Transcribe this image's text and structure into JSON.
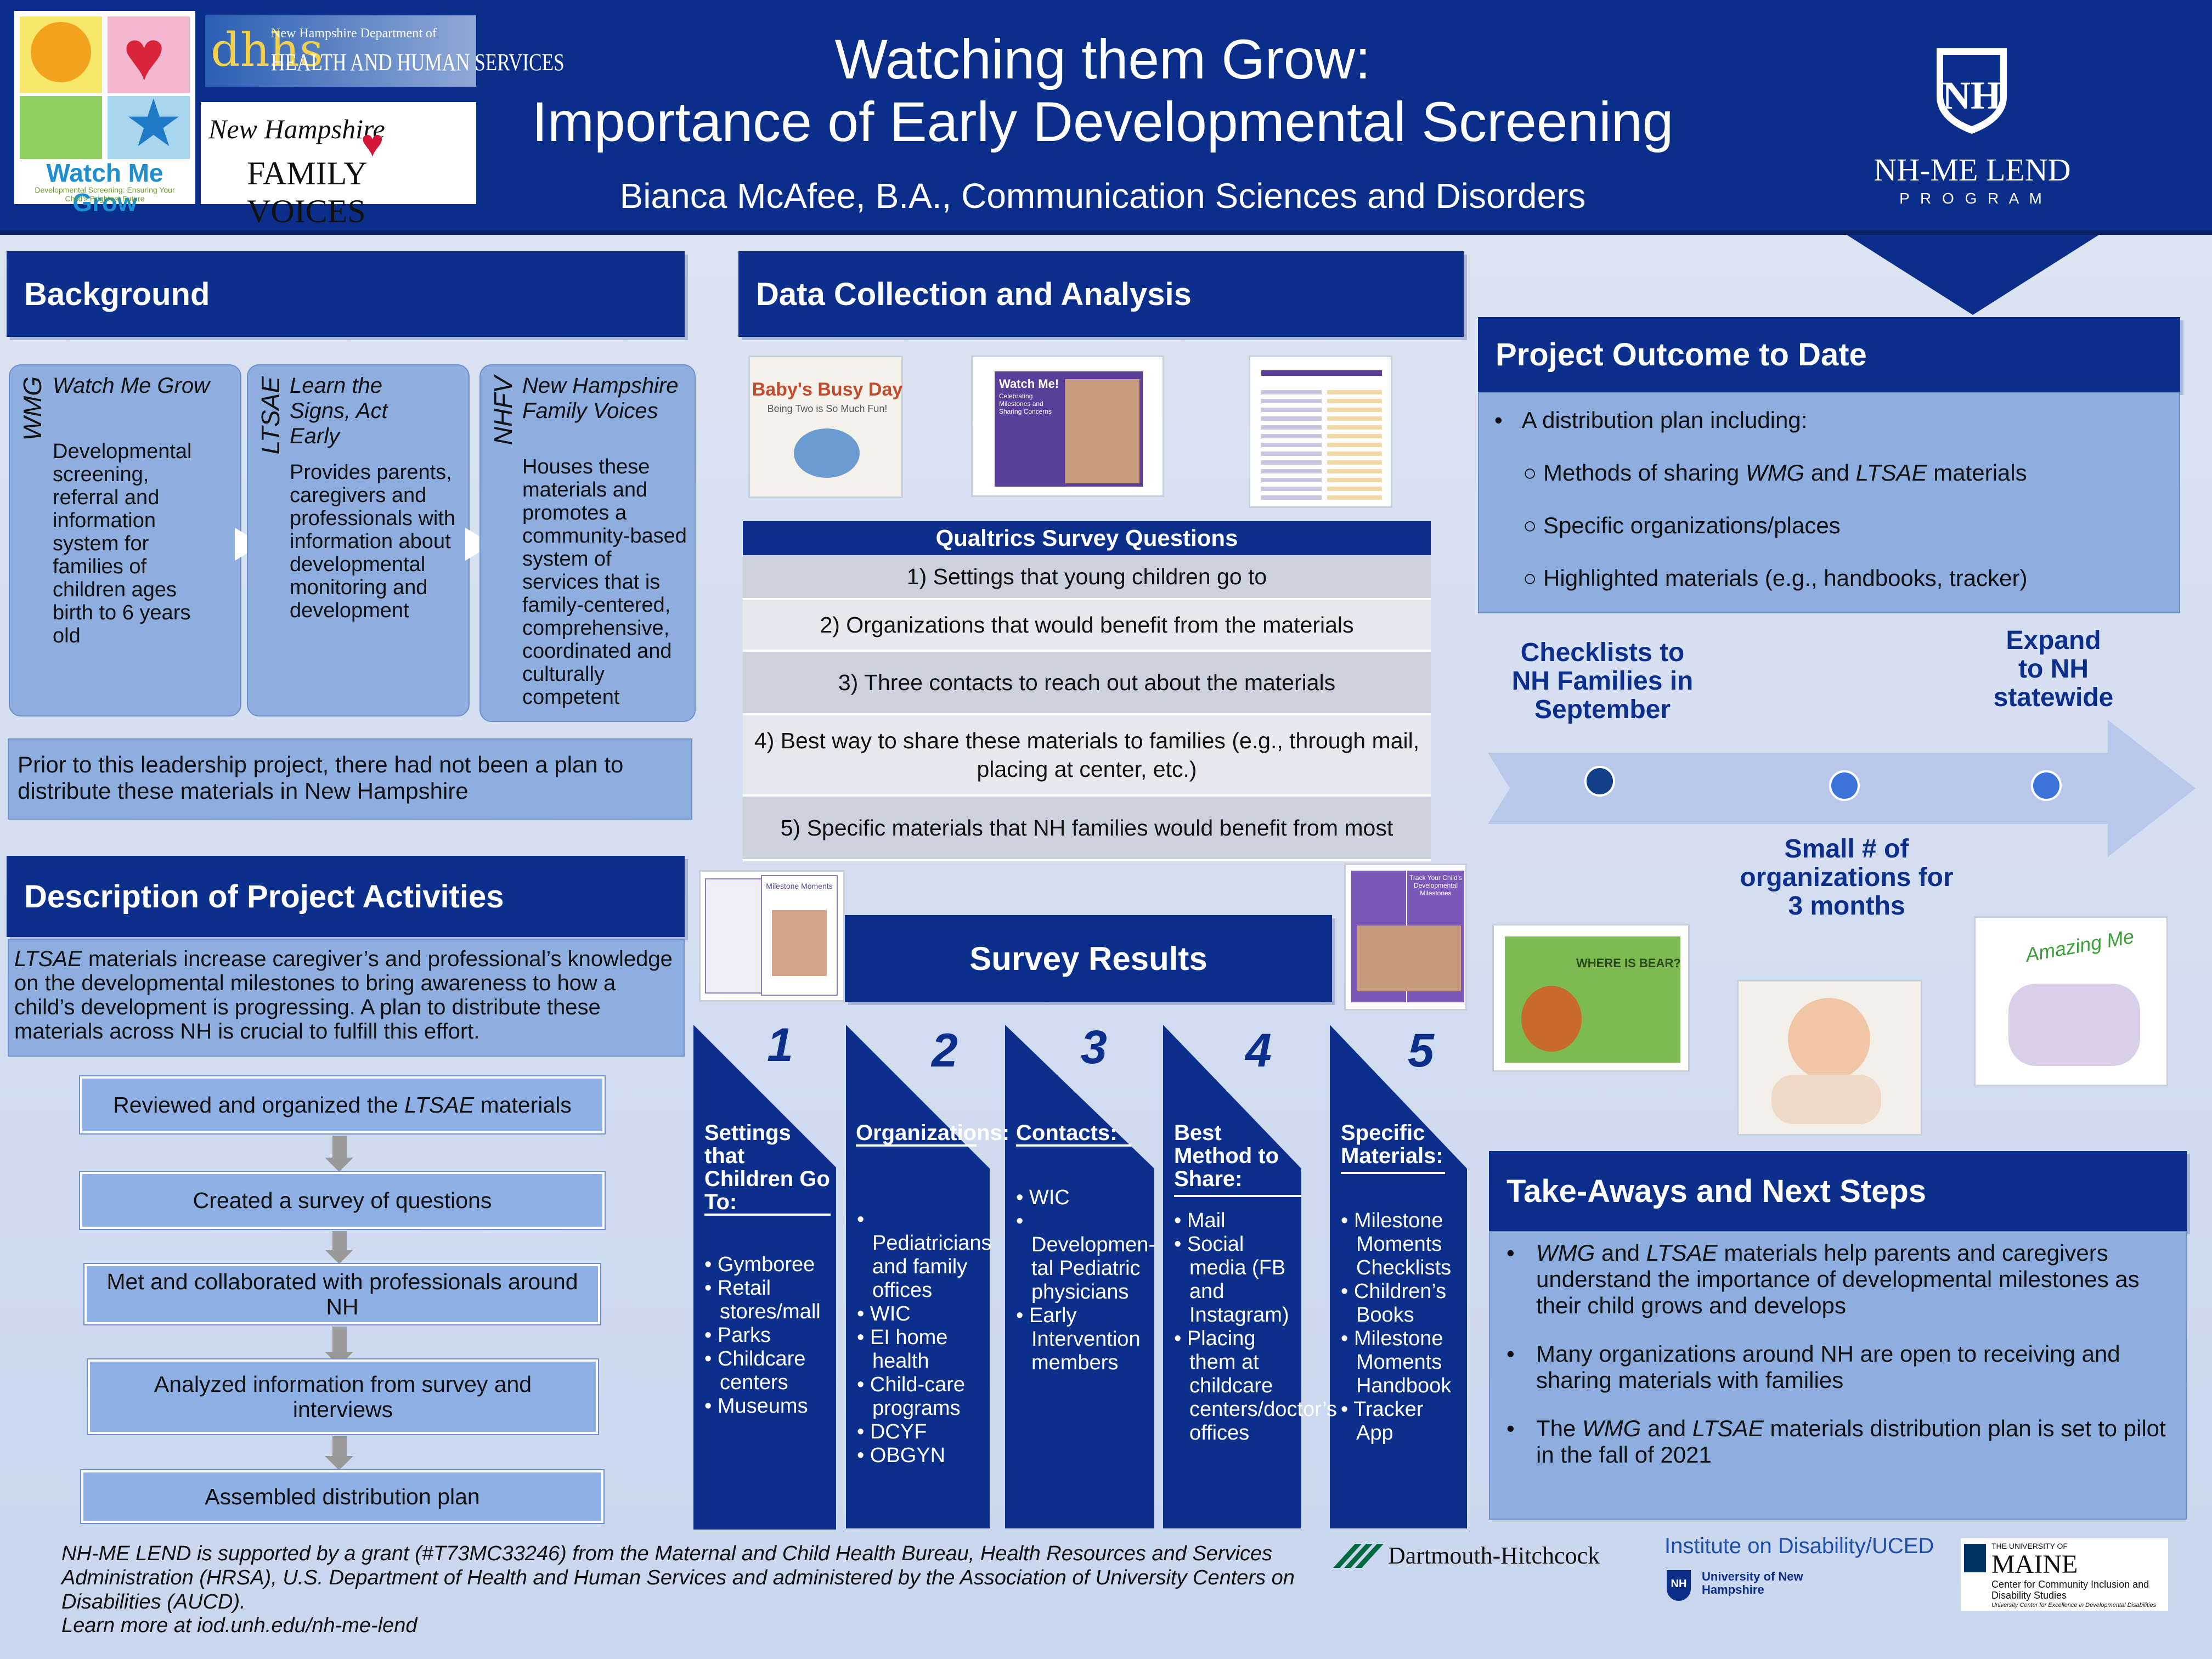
{
  "header": {
    "title_line1": "Watching them Grow:",
    "title_line2": "Importance of Early Developmental Screening",
    "author": "Bianca McAfee, B.A., Communication Sciences and Disorders",
    "logos": {
      "wmg_name": "Watch Me Grow",
      "wmg_tagline": "Developmental Screening: Ensuring Your Child's Brightest Future",
      "dhhs_abbr": "dhhs",
      "dhhs_small": "New Hampshire Department of",
      "dhhs_name": "HEALTH AND HUMAN SERVICES",
      "nhfv_line1": "New Hampshire",
      "nhfv_line2": "FAMILY VOICES",
      "lend_name": "NH-ME LEND",
      "lend_program": "P R O G R A M"
    }
  },
  "background": {
    "heading": "Background",
    "cards": [
      {
        "abbr": "WMG",
        "title": "Watch Me Grow",
        "body": "Developmental screening, referral and information system for families of children ages birth to 6 years old"
      },
      {
        "abbr": "LTSAE",
        "title": "Learn the Signs, Act Early",
        "body": "Provides parents, caregivers and professionals with information about developmental monitoring and development"
      },
      {
        "abbr": "NHFV",
        "title": "New Hampshire Family Voices",
        "body": "Houses these materials and promotes a community-based system of services that is family-centered, comprehensive, coordinated and culturally competent"
      }
    ],
    "note": "Prior to this leadership project, there had not been a plan to distribute these materials in New Hampshire"
  },
  "activities": {
    "heading": "Description of Project Activities",
    "intro_italic": "LTSAE",
    "intro_rest": " materials increase caregiver’s and professional’s knowledge on the developmental milestones to bring awareness to how a child’s development is progressing. A plan to distribute these materials across NH is crucial to fulfill this effort.",
    "step1_pre": "Reviewed and organized the ",
    "step1_italic": "LTSAE",
    "step1_post": " materials",
    "step2": "Created a survey of questions",
    "step3": "Met and collaborated with professionals around NH",
    "step4": "Analyzed information from survey and interviews",
    "step5": "Assembled distribution plan"
  },
  "data_collection": {
    "heading": "Data Collection and Analysis",
    "survey_title": "Qualtrics Survey Questions",
    "questions": [
      "1) Settings that young children go to",
      "2) Organizations that would benefit from the materials",
      "3) Three contacts to reach out about the materials",
      "4) Best way to share these materials to families (e.g., through mail, placing at center, etc.)",
      "5) Specific materials that NH families would benefit from most"
    ],
    "book_title": "Baby's Busy Day",
    "book_subtitle": "Being Two is So Much Fun!",
    "wm_title": "Watch Me!",
    "wm_subtitle": "Celebrating Milestones and Sharing Concerns"
  },
  "survey_results": {
    "heading": "Survey Results",
    "booklet_label": "Milestone Moments",
    "booklet_label2": "Track Your Child's Developmental Milestones",
    "columns": [
      {
        "num": "1",
        "title": "Settings that Children Go To:",
        "items": [
          "Gymboree",
          "Retail stores/mall",
          "Parks",
          "Childcare centers",
          "Museums"
        ]
      },
      {
        "num": "2",
        "title": "Organizations:",
        "items": [
          "Pediatricians and family offices",
          "WIC",
          "EI home health",
          "Child-care programs",
          "DCYF",
          "OBGYN"
        ]
      },
      {
        "num": "3",
        "title": "Contacts:",
        "items": [
          "WIC",
          "Developmen-tal Pediatric physicians",
          "Early Intervention members"
        ]
      },
      {
        "num": "4",
        "title": "Best Method to Share:",
        "items": [
          "Mail",
          "Social media (FB and Instagram)",
          "Placing them at childcare centers/doctor’s offices"
        ]
      },
      {
        "num": "5",
        "title": "Specific Materials:",
        "items": [
          "Milestone Moments Checklists",
          "Children’s Books",
          "Milestone Moments Handbook",
          "Tracker App"
        ]
      }
    ]
  },
  "outcome": {
    "heading": "Project Outcome to Date",
    "lead": "A distribution plan including:",
    "sub1_pre": "Methods of sharing ",
    "sub1_i1": "WMG",
    "sub1_mid": " and ",
    "sub1_i2": "LTSAE",
    "sub1_post": " materials",
    "sub2": "Specific organizations/places",
    "sub3": "Highlighted materials (e.g., handbooks, tracker)",
    "timeline": {
      "label1": "Checklists to NH Families in September",
      "label2": "Small # of organizations for 3 months",
      "label3": "Expand to NH statewide"
    },
    "book1_title": "WHERE IS BEAR?",
    "book2_title": "Amazing Me"
  },
  "takeaways": {
    "heading": "Take-Aways and Next Steps",
    "b1_i1": "WMG",
    "b1_mid": " and ",
    "b1_i2": "LTSAE",
    "b1_rest": " materials help parents and caregivers understand the importance of developmental milestones as their child grows and develops",
    "b2": "Many organizations around NH are open to receiving and sharing materials with families",
    "b3_pre": "The ",
    "b3_i1": "WMG",
    "b3_mid": " and ",
    "b3_i2": "LTSAE",
    "b3_post": " materials distribution plan is set to pilot in the fall of 2021"
  },
  "footer": {
    "funding": "NH-ME LEND is supported by a grant (#T73MC33246) from the Maternal and Child Health Bureau, Health Resources and Services Administration (HRSA), U.S. Department of Health and Human Services and administered by the Association of University Centers on Disabilities (AUCD).",
    "learn_more": "Learn more at iod.unh.edu/nh-me-lend",
    "dartmouth": "Dartmouth-Hitchcock",
    "iod_line1": "Institute on Disability/UCED",
    "iod_line2": "University of New Hampshire",
    "maine_small": "THE UNIVERSITY OF",
    "maine_name": "MAINE",
    "maine_sub": "Center for Community Inclusion and Disability Studies",
    "maine_sub2": "University Center for Excellence in Developmental Disabilities"
  },
  "colors": {
    "navy": "#0a2e8a",
    "panel_blue": "#8eaee0",
    "timeline_dot_dark": "#123f86",
    "timeline_dot_light": "#3d72d8"
  }
}
